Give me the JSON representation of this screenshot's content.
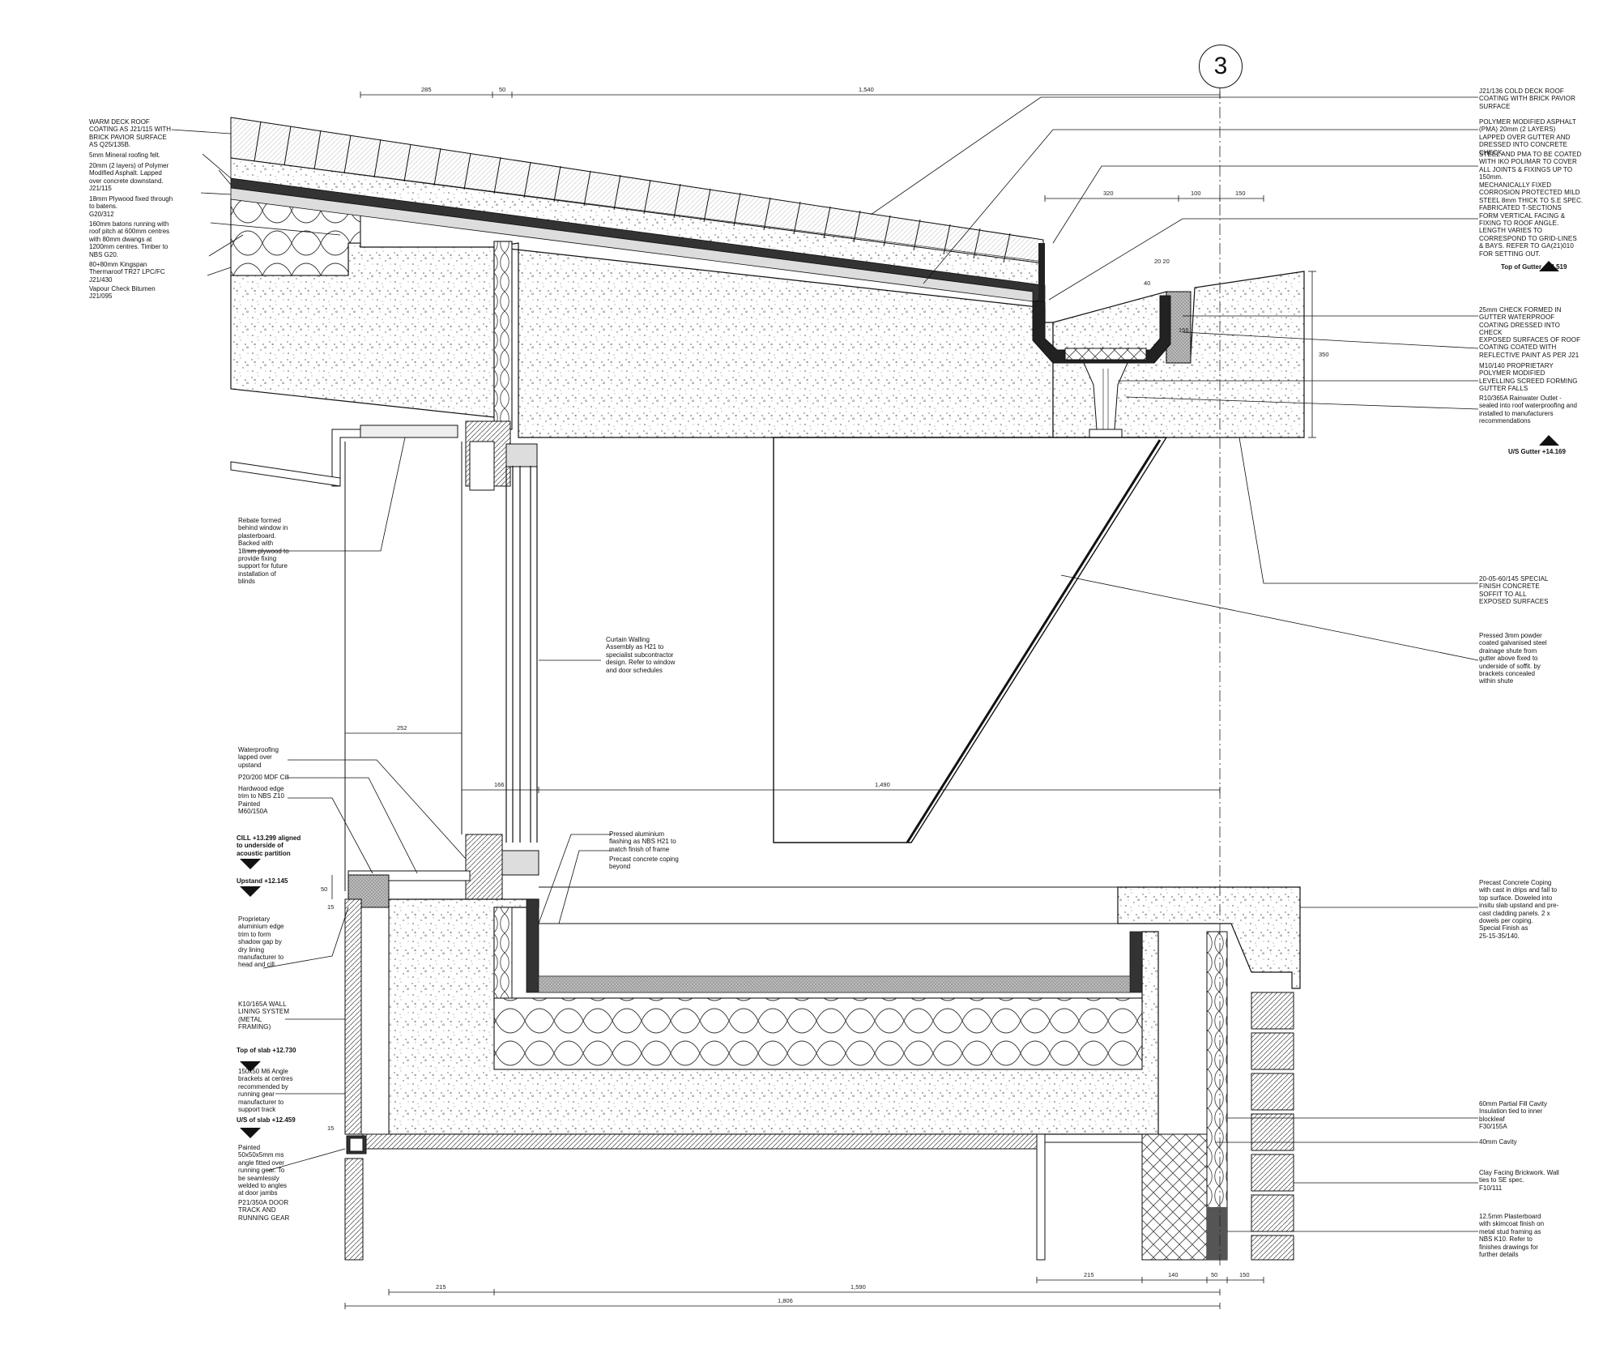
{
  "grid_marker": "3",
  "dimensions": {
    "top_285": "285",
    "top_50": "50",
    "top_1540": "1,540",
    "gutter_320": "320",
    "gutter_100": "100",
    "gutter_150": "150",
    "gutter_20_20": "20 20",
    "gutter_40": "40",
    "gutter_155": "155",
    "gutter_350": "350",
    "dim_252": "252",
    "dim_166": "166",
    "dim_1490": "1,490",
    "dim_50_upstand": "50",
    "dim_15": "15",
    "dim_15_lower": "15",
    "bottom_215": "215",
    "bottom_1590": "1,590",
    "bottom_1806": "1,806",
    "bottom_215b": "215",
    "bottom_140": "140",
    "bottom_50": "50",
    "bottom_150": "150"
  },
  "left_notes": {
    "warm_deck": "WARM DECK ROOF\nCOATING AS J21/115 WITH\nBRICK PAVIOR SURFACE\nAS Q25/135B.",
    "mineral_felt": "5mm Mineral roofing felt.",
    "pma_layers": "20mm (2 layers) of Polymer\nModified Asphalt. Lapped\nover concrete downstand.\nJ21/115",
    "plywood": "18mm Plywood fixed through\nto batens.\nG20/312",
    "battens": "160mm batons running with\nroof pitch at 600mm centres\nwith 80mm dwangs at\n1200mm centres. Timber to\nNBS G20.",
    "kingspan": "80+80mm Kingspan\nThermaroof TR27 LPC/FC\nJ21/430",
    "vapour": "Vapour Check Bitumen\nJ21/095",
    "rebate": "Rebate formed\nbehind window in\nplasterboard.\nBacked with\n18mm plywood to\nprovide fixing\nsupport for future\ninstallation of\nblinds",
    "waterproofing": "Waterproofing\nlapped over\nupstand",
    "mdf_cill": "P20/200 MDF Cill",
    "hardwood": "Hardwood edge\ntrim to NBS Z10\nPainted\nM60/150A",
    "cill_level": "CILL +13.299 aligned\nto underside of\nacoustic partition",
    "upstand": "Upstand +12.145",
    "alu_edge": "Proprietary\naluminium edge\ntrim to form\nshadow gap by\ndry lining\nmanufacturer to\nhead and cill",
    "wall_lining": "K10/165A WALL\nLINING SYSTEM\n(METAL\nFRAMING)",
    "top_slab": "Top of slab +12.730",
    "angle_brackets": "150x50 M6 Angle\nbrackets at centres\nrecommended by\nrunning gear\nmanufacturer to\nsupport track",
    "us_slab": "U/S of slab +12.459",
    "painted_angle": "Painted\n50x50x5mm ms\nangle fitted over\nrunning gear. To\nbe seamlessly\nwelded to angles\nat door jambs",
    "door_track": "P21/350A DOOR\nTRACK AND\nRUNNING GEAR"
  },
  "center_notes": {
    "curtain_walling": "Curtain Walling\nAssembly as H21 to\nspecialist subcontractor\ndesign. Refer to window\nand door schedules",
    "pressed_alu": "Pressed aluminium\nflashing as NBS H21 to\nmatch finish of frame",
    "precast_beyond": "Precast concrete coping\nbeyond"
  },
  "right_notes": {
    "cold_deck": "J21/136 COLD DECK ROOF\nCOATING WITH BRICK PAVIOR\nSURFACE",
    "pma_gutter": "POLYMER MODIFIED ASPHALT\n(PMA) 20mm (2 LAYERS)\nLAPPED OVER GUTTER AND\nDRESSED INTO CONCRETE\nCHECK.",
    "steel_pma": "STEEL AND PMA TO BE COATED\nWITH IKO POLIMAR TO COVER\nALL JOINTS & FIXINGS UP TO\n150mm.",
    "mech_fixed": "MECHANICALLY FIXED\nCORROSION PROTECTED MILD\nSTEEL 8mm THICK TO S.E SPEC.\nFABRICATED T-SECTIONS\nFORM VERTICAL FACING &\nFIXING TO ROOF ANGLE.\nLENGTH VARIES TO\nCORRESPOND TO GRID-LINES\n& BAYS. REFER TO GA(21)010\nFOR SETTING OUT.",
    "top_gutter": "Top of Gutter +14.519",
    "check_25": "25mm CHECK FORMED IN\nGUTTER WATERPROOF\nCOATING DRESSED INTO\nCHECK",
    "exposed": "EXPOSED SURFACES OF ROOF\nCOATING COATED WITH\nREFLECTIVE PAINT AS PER J21",
    "m10": "M10/140 PROPRIETARY\nPOLYMER MODIFIED\nLEVELLING SCREED FORMING\nGUTTER FALLS",
    "rainwater": "R10/365A Rainwater Outlet -\nsealed into roof waterproofing and\ninstalled to manufacturers\nrecommendations",
    "us_gutter": "U/S Gutter +14.169",
    "special_finish": "20-05-60/145 SPECIAL\nFINISH CONCRETE\nSOFFIT TO ALL\nEXPOSED SURFACES",
    "pressed_3mm": "Pressed 3mm powder\ncoated galvanised steel\ndrainage shute from\ngutter above fixed to\nunderside of soffit. by\nbrackets concealed\nwithin shute",
    "precast_coping": "Precast Concrete Coping\nwith cast in drips and fall to\ntop surface. Doweled into\ninsitu slab upstand and pre-\ncast cladding panels. 2 x\ndowels per coping.\nSpecial Finish as\n25-15-35/140.",
    "partial_fill": "60mm Partial Fill Cavity\nInsulation tied to inner\nblockleaf\nF30/155A",
    "cavity": "40mm Cavity",
    "clay_facing": "Clay Facing Brickwork. Wall\nties to SE spec.\nF10/111",
    "plasterboard": "12.5mm Plasterboard\nwith skimcoat finish on\nmetal stud framing as\nNBS K10. Refer to\nfinishes drawings for\nfurther details"
  }
}
